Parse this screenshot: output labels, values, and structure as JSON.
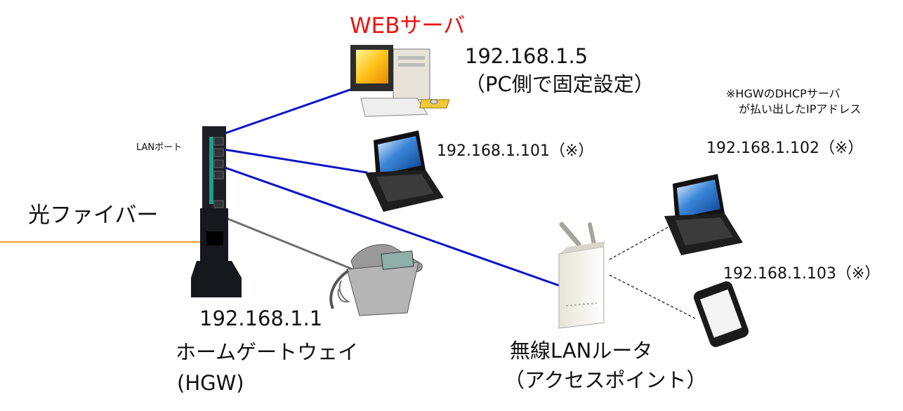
{
  "web_server": {
    "title": "WEBサーバ",
    "ip": "192.168.1.5",
    "note": "（PC側で固定設定）"
  },
  "dhcp_note": {
    "line1": "※HGWのDHCPサーバ",
    "line2": "が払い出したIPアドレス"
  },
  "hgw": {
    "port_label": "LANポート",
    "ip": "192.168.1.1",
    "name": "ホームゲートウェイ",
    "abbr": "(HGW)"
  },
  "fiber_label": "光ファイバー",
  "laptop1": {
    "ip": "192.168.1.101（※）"
  },
  "laptop2": {
    "ip": "192.168.1.102（※）"
  },
  "phone_mobile": {
    "ip": "192.168.1.103（※）"
  },
  "wifi_router": {
    "name": "無線LANルータ",
    "mode": "（アクセスポイント）"
  },
  "colors": {
    "title_red": "#e8140f",
    "lan_cable": "#0a14c8",
    "fiber_cable": "#f0a020",
    "phone_cable": "#707070",
    "wireless_link": "#222222"
  }
}
